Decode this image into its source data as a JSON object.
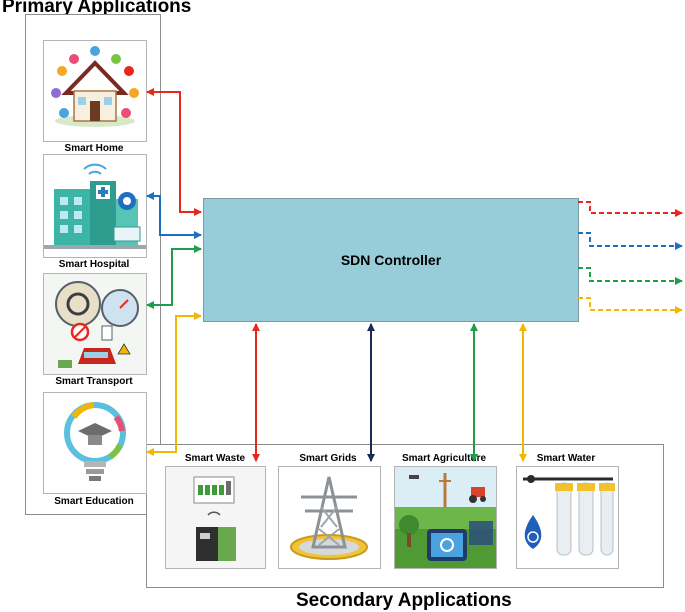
{
  "titles": {
    "primary": "Primary Applications",
    "secondary": "Secondary Applications"
  },
  "controller": {
    "label": "SDN Controller"
  },
  "primary_apps": [
    {
      "label": "Smart Home",
      "icon": "smart-home-icon"
    },
    {
      "label": "Smart Hospital",
      "icon": "hospital-icon"
    },
    {
      "label": "Smart Transport",
      "icon": "transport-icon"
    },
    {
      "label": "Smart Education",
      "icon": "education-lightbulb-icon"
    }
  ],
  "secondary_apps": [
    {
      "label": "Smart Waste",
      "icon": "waste-bin-icon"
    },
    {
      "label": "Smart Grids",
      "icon": "power-tower-icon"
    },
    {
      "label": "Smart Agriculture",
      "icon": "agriculture-icon"
    },
    {
      "label": "Smart Water",
      "icon": "water-filter-icon"
    }
  ],
  "colors": {
    "controller_fill": "#96cdd9",
    "link_red": "#e8281e",
    "link_blue": "#1f6fbf",
    "link_green": "#1f9d4a",
    "link_yellow": "#f2b705",
    "link_navy": "#1a2a5a"
  }
}
